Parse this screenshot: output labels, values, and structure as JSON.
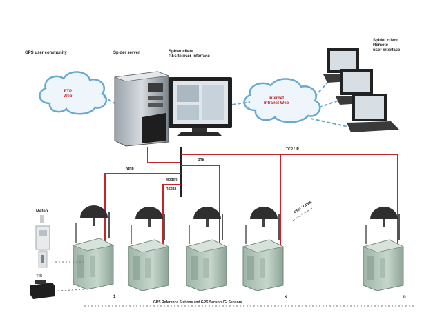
{
  "labels": {
    "gps_user_community": "GPS user community",
    "server": "Spider server",
    "client_local": "Spider client\nGI-site user interface",
    "client_remote": "Spider client\nRemote\nuser interface",
    "ftp_cloud": "FTP\nWeb",
    "internet_cloud": "Internet\nIntranet   Web",
    "link_rtk": "RTK",
    "link_tcp": "TCP / IP",
    "link_ntrip": "Ntrip",
    "link_rs232": "RS232",
    "link_modem": "Modem",
    "link_gsm": "GSM / GPRS",
    "meteo": "Meteo",
    "tilt": "Tilt",
    "station_1": "1",
    "station_n": "n",
    "station_x": "x",
    "bottom_caption": "GPS Reference Stations and GPS Sensors/GI Sensors"
  },
  "colors": {
    "cable": "#c0262c",
    "cloud_stroke": "#68a9cf",
    "cloud_fill": "#eef6fb",
    "enclosure": "#b7c9bd",
    "antenna": "#333333"
  },
  "icons": {
    "server": "server-tower-icon",
    "monitor": "monitor-icon",
    "laptop": "laptop-icon",
    "antenna": "gnss-antenna-icon",
    "receiver": "receiver-box-icon",
    "meteo": "meteo-sensor-icon",
    "tilt": "tilt-sensor-icon"
  }
}
